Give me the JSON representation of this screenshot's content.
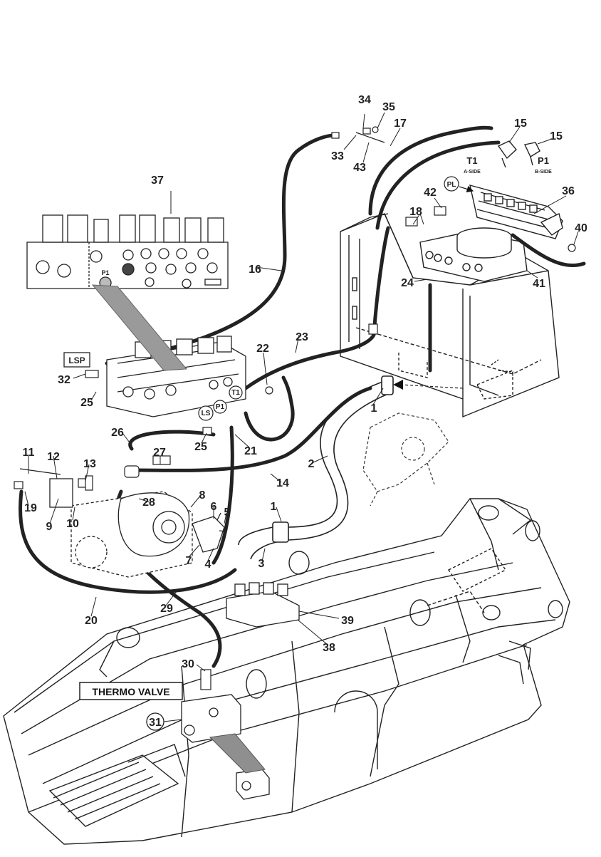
{
  "callouts": {
    "n1a": "1",
    "n1b": "1",
    "n2": "2",
    "n3": "3",
    "n4": "4",
    "n5": "5",
    "n6": "6",
    "n7": "7",
    "n8": "8",
    "n9": "9",
    "n10": "10",
    "n11": "11",
    "n12": "12",
    "n13": "13",
    "n14": "14",
    "n15a": "15",
    "n15b": "15",
    "n16": "16",
    "n17": "17",
    "n18": "18",
    "n19": "19",
    "n20": "20",
    "n21": "21",
    "n22": "22",
    "n23": "23",
    "n24": "24",
    "n25a": "25",
    "n25b": "25",
    "n26": "26",
    "n27": "27",
    "n28": "28",
    "n29": "29",
    "n30": "30",
    "n31": "31",
    "n32": "32",
    "n33": "33",
    "n34": "34",
    "n35": "35",
    "n36": "36",
    "n37": "37",
    "n38": "38",
    "n39": "39",
    "n40": "40",
    "n41": "41",
    "n42": "42",
    "n43": "43"
  },
  "ports": {
    "lsp": "LSP",
    "ls": "LS",
    "p1_valve": "P1",
    "t1_valve": "T1",
    "pl": "PL",
    "t1_manifold": "T1",
    "a_side": "A-SIDE",
    "p1_manifold": "P1",
    "b_side": "B-SIDE",
    "p1_inset": "P1"
  },
  "labels": {
    "thermo_valve": "THERMO VALVE"
  }
}
